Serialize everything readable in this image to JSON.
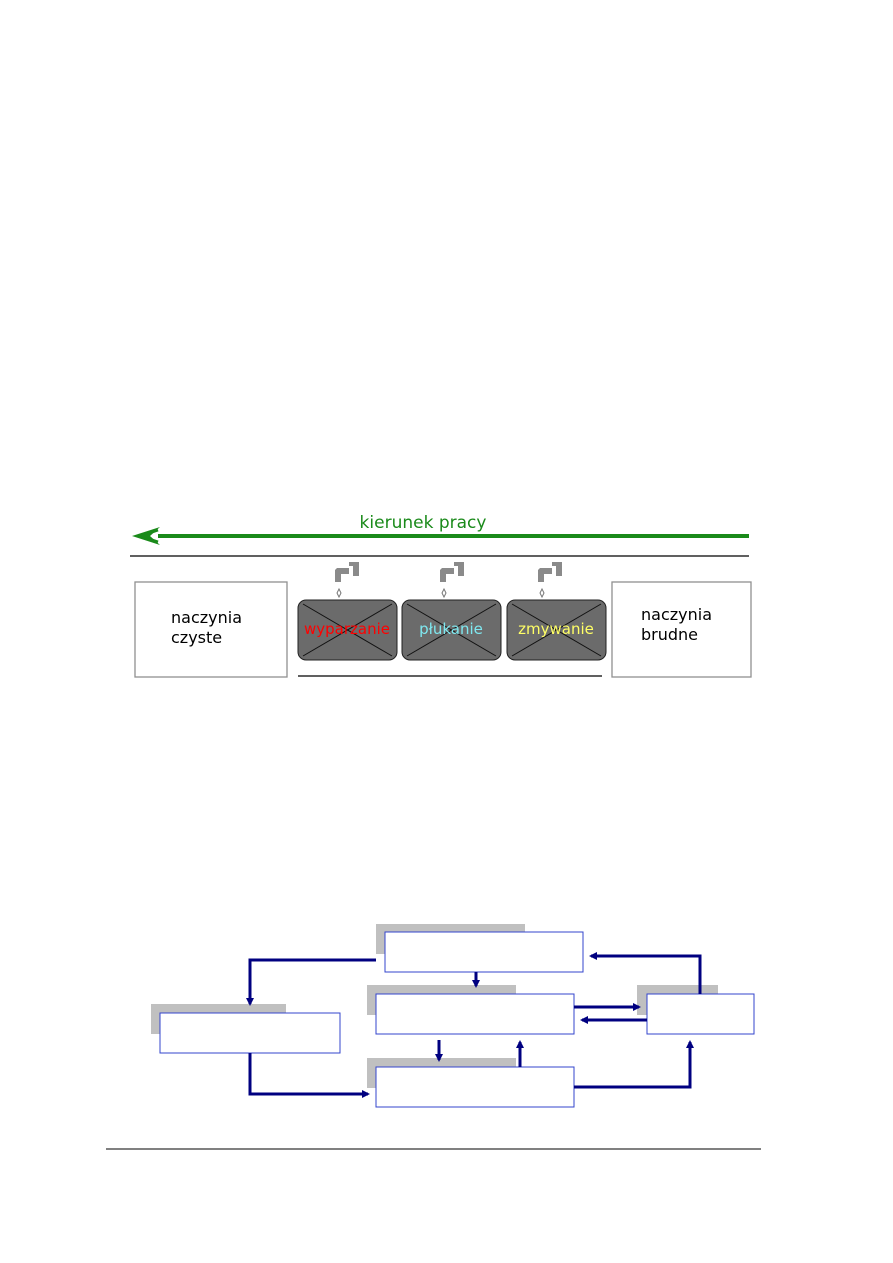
{
  "sink_diagram": {
    "direction_label": "kierunek pracy",
    "clean_box": [
      "naczynia",
      "czyste"
    ],
    "dirty_box": [
      "naczynia",
      "brudne"
    ],
    "sinks": [
      {
        "label": "wyparzanie",
        "color": "#ff0000"
      },
      {
        "label": "płukanie",
        "color": "#7fe8f0"
      },
      {
        "label": "zmywanie",
        "color": "#ffff66"
      }
    ],
    "colors": {
      "arrow": "#1a8a1a",
      "sink_fill": "#6b6b6b",
      "faucet": "#8a8a8a"
    }
  },
  "flowchart": {
    "colors": {
      "box_border": "#3344cc",
      "box_shadow": "#c0c0c0",
      "arrow": "#000080"
    }
  }
}
